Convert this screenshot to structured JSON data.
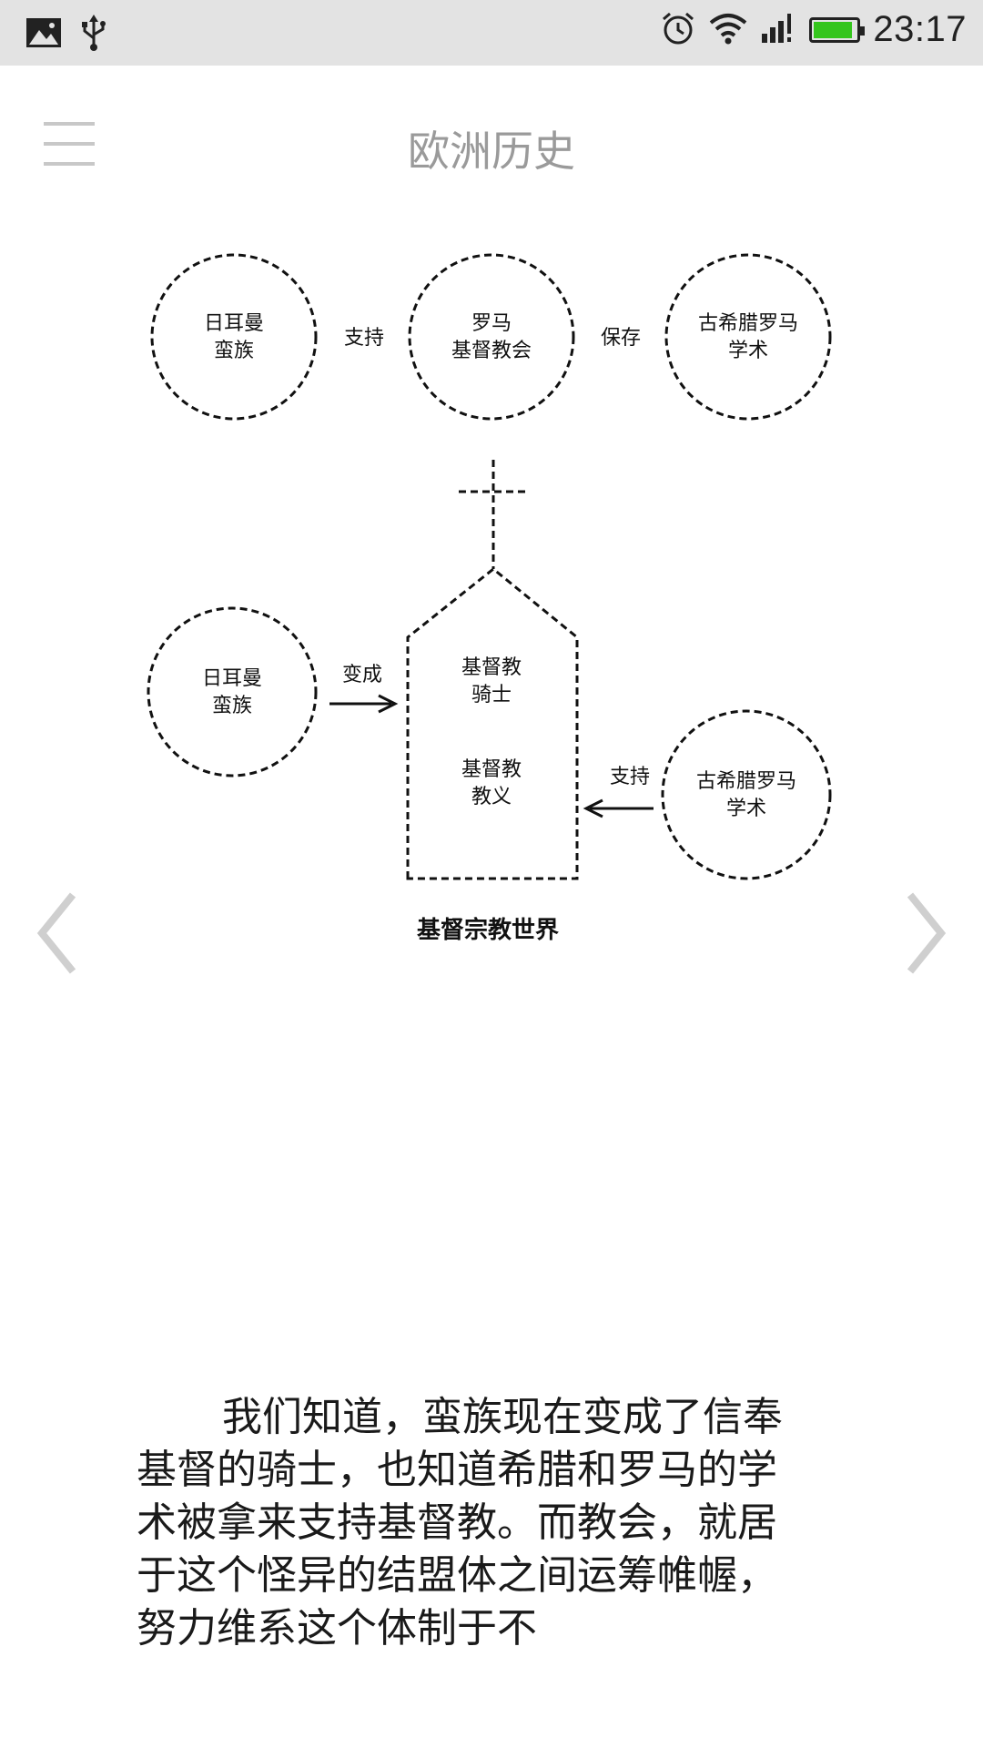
{
  "status_bar": {
    "time": "23:17",
    "icons": [
      "image-icon",
      "usb-icon",
      "alarm-icon",
      "wifi-icon",
      "signal-icon",
      "battery-icon"
    ],
    "battery_level": 0.9,
    "battery_color": "#34c51c"
  },
  "header": {
    "title": "欧洲历史",
    "menu_icon": "hamburger-menu-icon"
  },
  "figure": {
    "top_row": {
      "left_circle": [
        "日耳曼",
        "蛮族"
      ],
      "left_relation": "支持",
      "center_circle": [
        "罗马",
        "基督教会"
      ],
      "right_relation": "保存",
      "right_circle": [
        "古希腊罗马",
        "学术"
      ]
    },
    "church": {
      "line1": [
        "基督教",
        "骑士"
      ],
      "line2": [
        "基督教",
        "教义"
      ]
    },
    "left_circle": [
      "日耳曼",
      "蛮族"
    ],
    "left_arrow_label": "变成",
    "right_circle": [
      "古希腊罗马",
      "学术"
    ],
    "right_arrow_label": "支持",
    "caption": "基督宗教世界"
  },
  "navigation": {
    "prev_icon": "chevron-left-icon",
    "next_icon": "chevron-right-icon"
  },
  "content": {
    "paragraph": "我们知道，蛮族现在变成了信奉基督的骑士，也知道希腊和罗马的学术被拿来支持基督教。而教会，就居于这个怪异的结盟体之间运筹帷幄，努力维系这个体制于不"
  }
}
